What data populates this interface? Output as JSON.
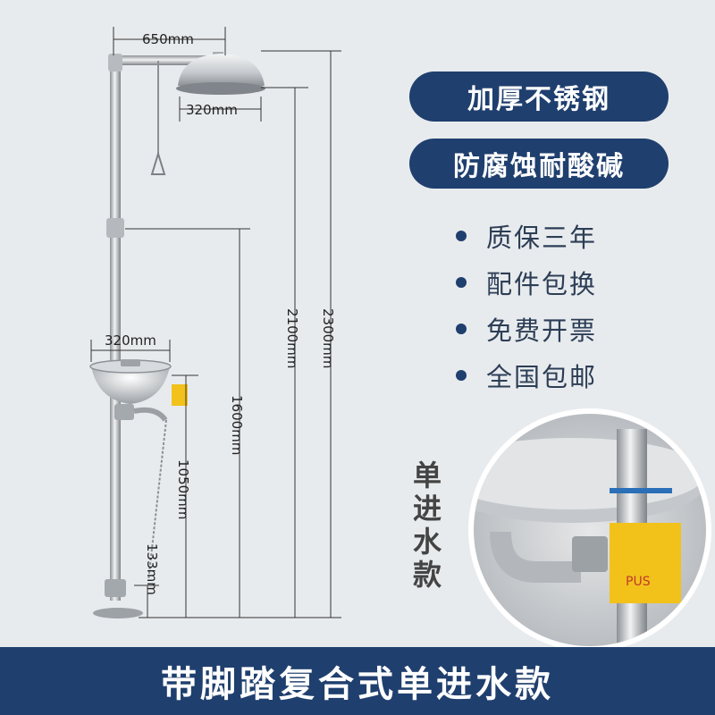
{
  "colors": {
    "accent": "#1f3f6e",
    "background": "#e8ebee",
    "steel": "#c9ccd0"
  },
  "badges": [
    "加厚不锈钢",
    "防腐蚀耐酸碱"
  ],
  "features": [
    "质保三年",
    "配件包换",
    "免费开票",
    "全国包邮"
  ],
  "dimensions": {
    "arm_length": "650mm",
    "shower_diameter": "320mm",
    "bowl_diameter": "320mm",
    "total_height": "2300mm",
    "shower_height": "2100mm",
    "connector_height": "1600mm",
    "bowl_height": "1050mm",
    "pedal_height": "133mm"
  },
  "inset_label": "单进水款",
  "footer_title": "带脚踏复合式单进水款",
  "inset_sign_text": "PUS",
  "icons": [
    "eyewash-sign-icon"
  ]
}
